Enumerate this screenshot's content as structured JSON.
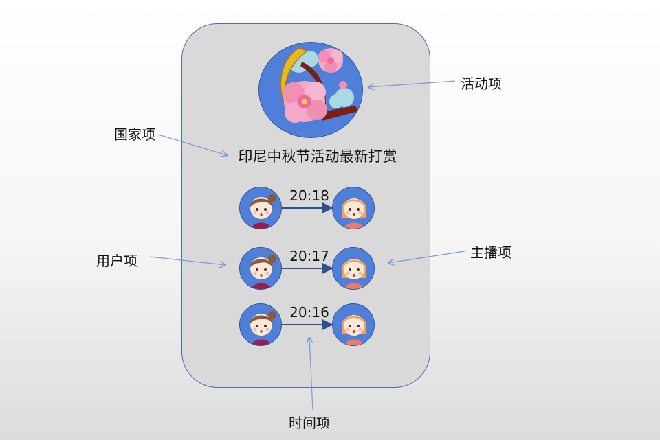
{
  "event": {
    "name": "印尼中秋节活动最新打赏",
    "icon": "mid-autumn-moon-flower-icon"
  },
  "callouts": {
    "event_item": "活动项",
    "country_item": "国家项",
    "user_item": "用户项",
    "anchor_item": "主播项",
    "time_item": "时间项"
  },
  "rows": [
    {
      "time": "20:18",
      "user_icon": "girl-user-avatar-icon",
      "anchor_icon": "blonde-anchor-avatar-icon"
    },
    {
      "time": "20:17",
      "user_icon": "girl-user-avatar-icon",
      "anchor_icon": "blonde-anchor-avatar-icon"
    },
    {
      "time": "20:16",
      "user_icon": "girl-user-avatar-icon",
      "anchor_icon": "blonde-anchor-avatar-icon"
    }
  ],
  "colors": {
    "card_bg": "#d9d9d9",
    "card_border": "#4a6ea9",
    "circle_fill": "#4f7fd9",
    "arrow": "#2f4f8f",
    "callout_line": "#7a9ad6"
  }
}
